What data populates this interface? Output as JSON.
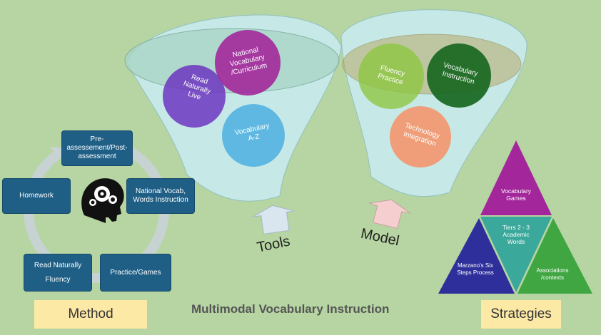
{
  "title": "Multimodal Vocabulary Instruction",
  "tools": {
    "label": "Tools",
    "circles": [
      {
        "text": "Read Naturally Live",
        "color": "#6a2fc0"
      },
      {
        "text": "National Vocabulary /Curriculum",
        "color": "#a3279b"
      },
      {
        "text": "Vocabulary A-Z",
        "color": "#5ab5e2"
      }
    ]
  },
  "model": {
    "label": "Model",
    "circles": [
      {
        "text": "Fluency Practice",
        "color": "#8dc73f"
      },
      {
        "text": "Vocabulary Instruction",
        "color": "#1c6a25"
      },
      {
        "text": "Technology Integration",
        "color": "#f19a73"
      }
    ]
  },
  "method": {
    "label": "Method",
    "cycle": {
      "top": "Pre-assessement/Post-assessment",
      "right": "National Vocab, Words Instruction",
      "bottom_right": "Practice/Games",
      "bottom_left_line1": "Read Naturally",
      "bottom_left_line2": "Fluency",
      "left": "Homework"
    },
    "icon": "head-gears-icon"
  },
  "strategies": {
    "label": "Strategies",
    "top": "Vocabulary Games",
    "middle": "Tiers 2 - 3 Academic Words",
    "left": "Marzano's Six Steps Process",
    "right": "Associations /contexts"
  }
}
